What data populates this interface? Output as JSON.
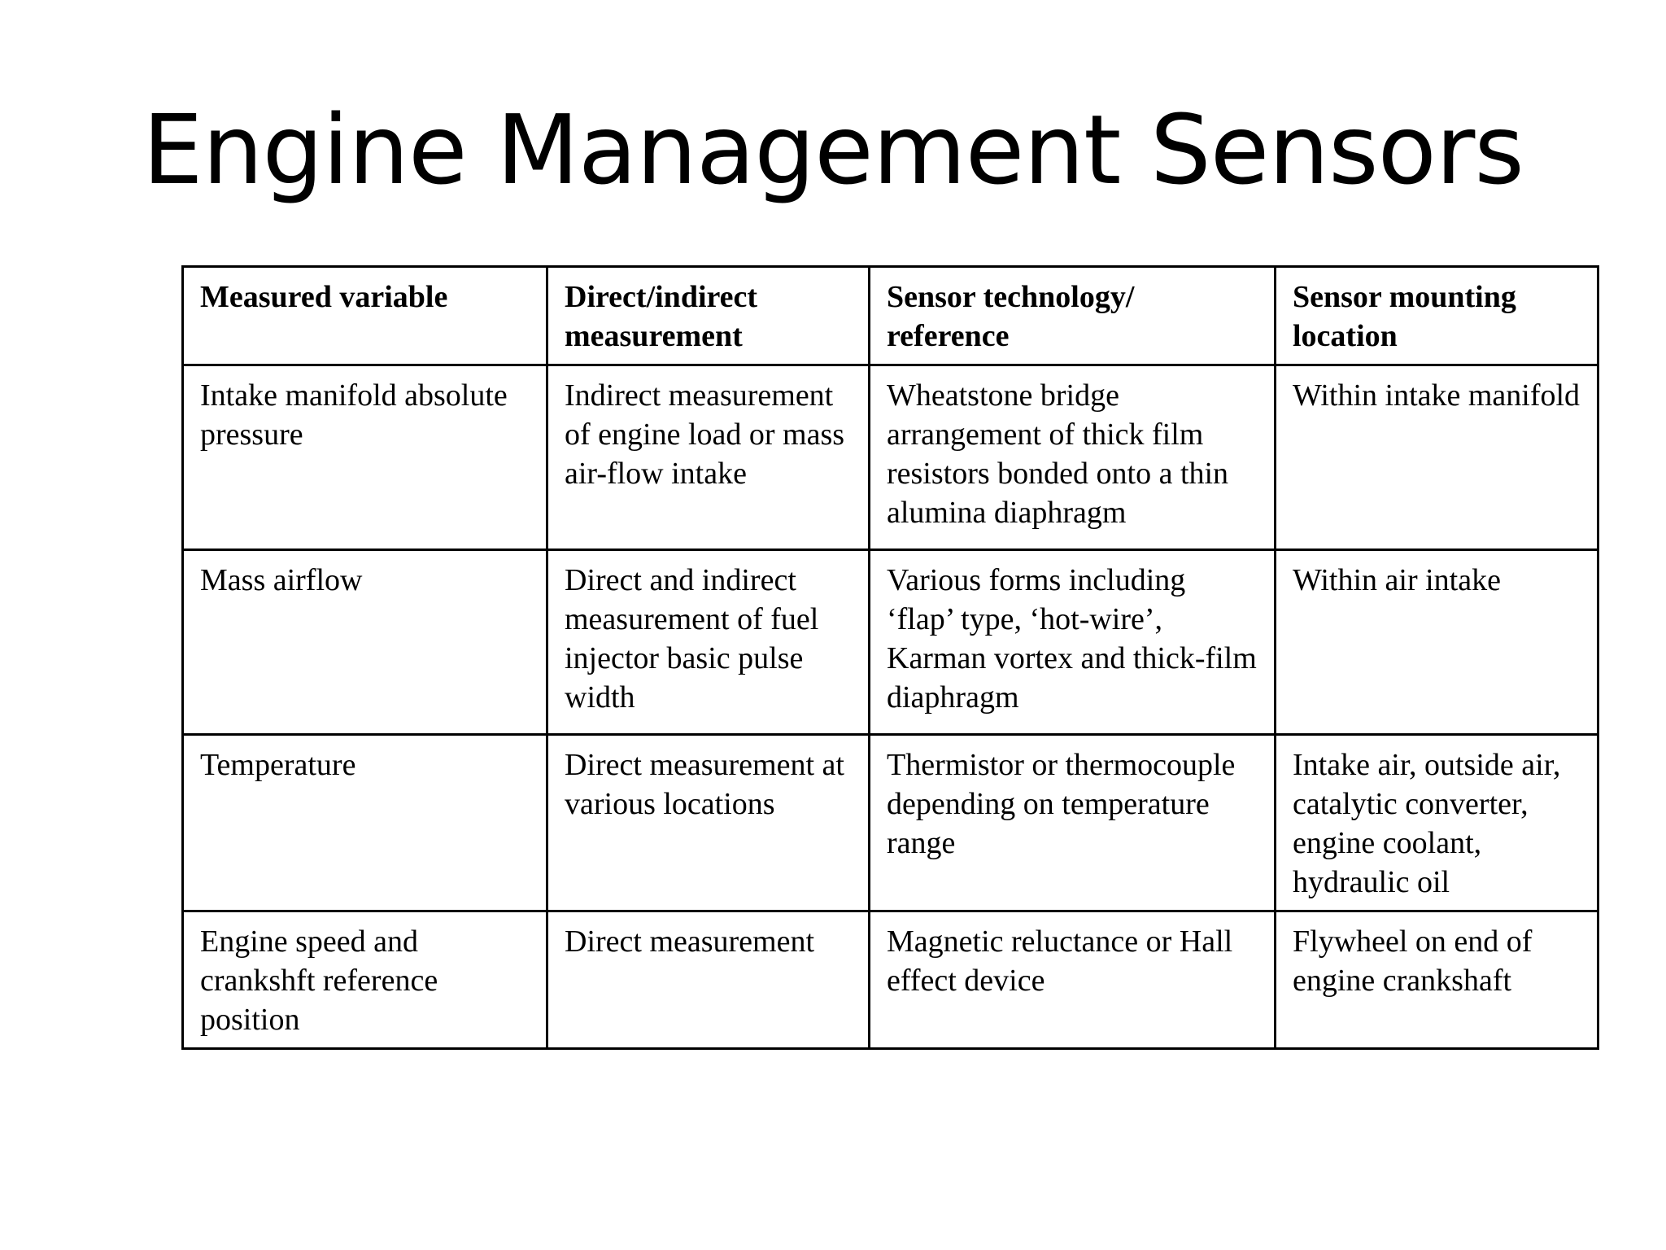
{
  "slide": {
    "title": "Engine Management Sensors"
  },
  "table": {
    "headers": [
      "Measured variable",
      "Direct/indirect measurement",
      "Sensor technology/ reference",
      "Sensor mounting location"
    ],
    "rows": [
      [
        "Intake manifold absolute pressure",
        "Indirect measurement of engine load or mass air-flow intake",
        "Wheatstone bridge arrangement of thick film resistors bonded onto a thin alumina diaphragm",
        "Within intake manifold"
      ],
      [
        "Mass airflow",
        "Direct and indirect measurement of fuel injector basic pulse width",
        "Various forms including ‘flap’ type, ‘hot-wire’, Karman vortex and thick-film diaphragm",
        "Within air intake"
      ],
      [
        "Temperature",
        "Direct measurement at various locations",
        "Thermistor or thermocouple depending on temperature range",
        "Intake air, outside air, catalytic converter, engine coolant, hydraulic oil"
      ],
      [
        "Engine speed and crankshft reference position",
        "Direct measurement",
        "Magnetic reluctance or Hall effect device",
        "Flywheel on end of engine crankshaft"
      ]
    ]
  }
}
